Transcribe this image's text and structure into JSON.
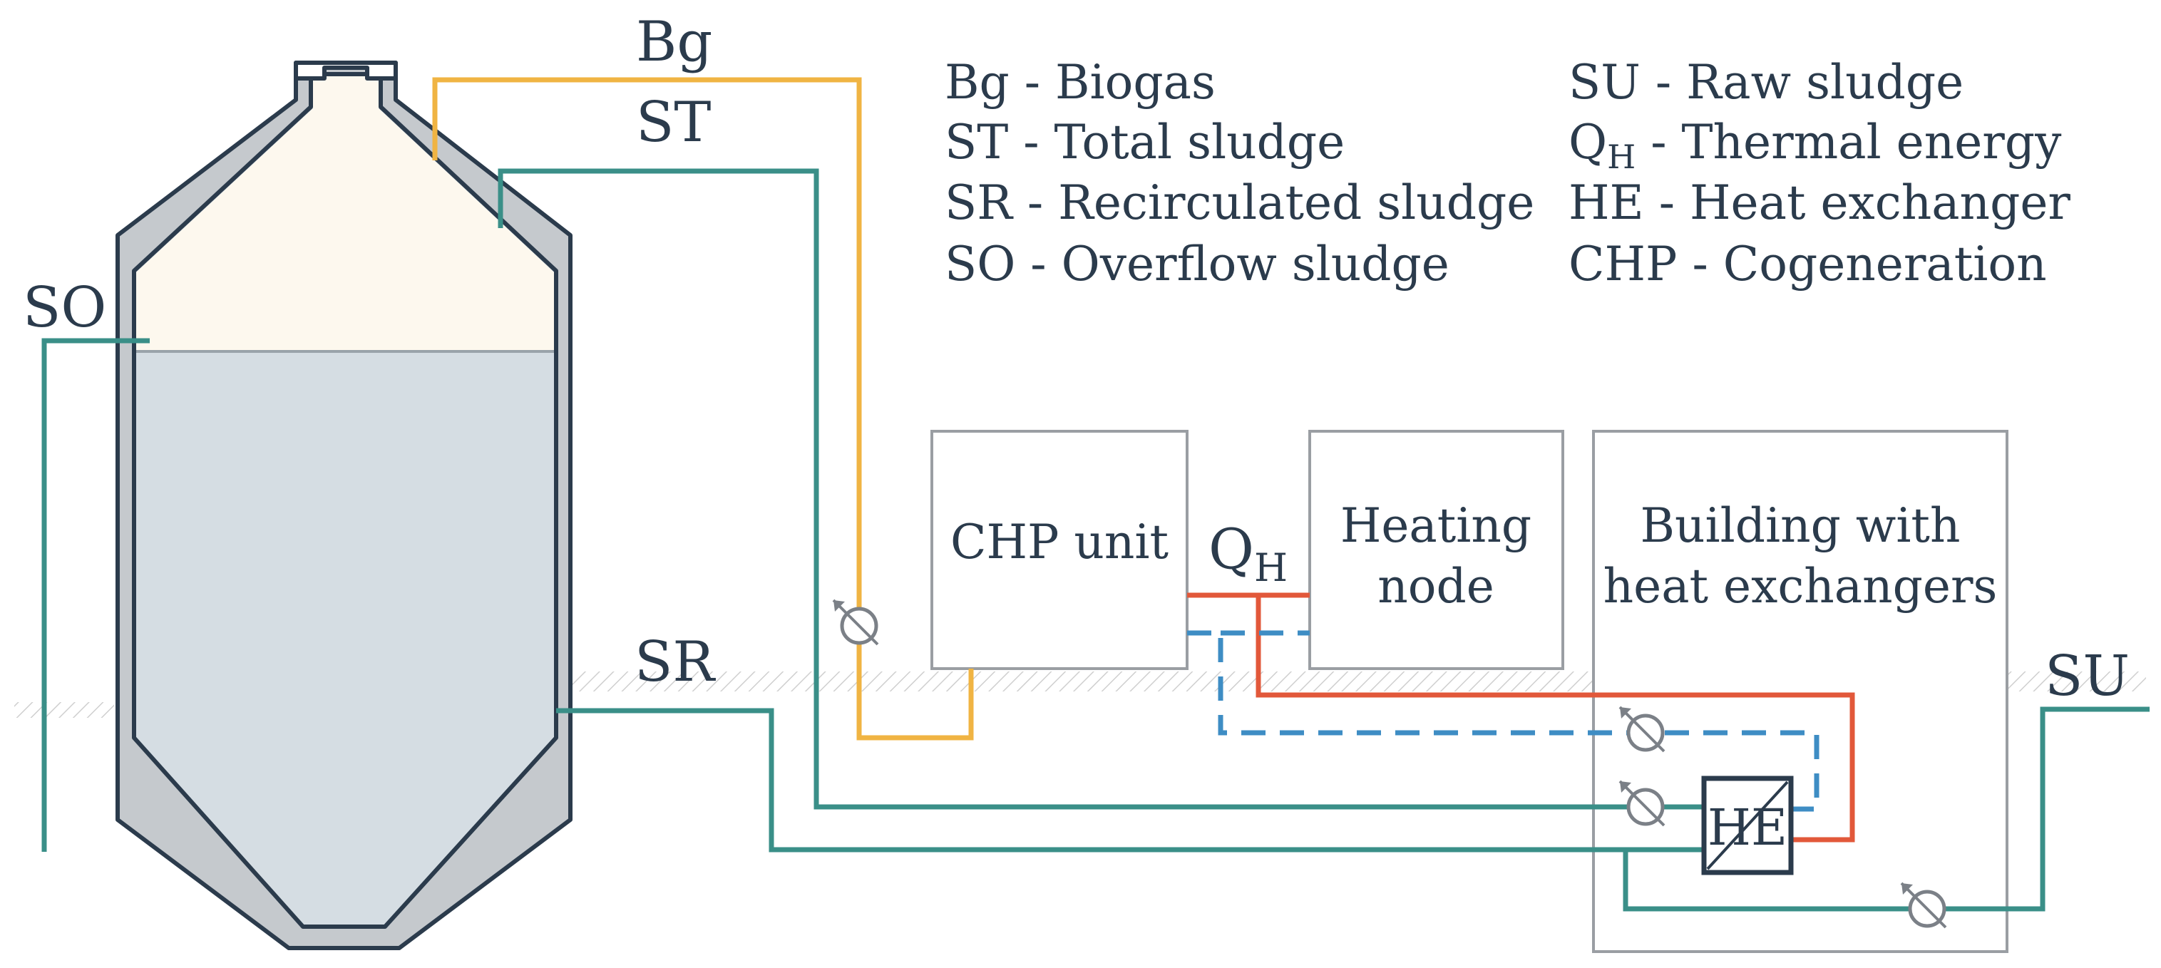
{
  "diagram": {
    "labels": {
      "bg": "Bg",
      "st": "ST",
      "so": "SO",
      "sr": "SR",
      "su": "SU",
      "qh_main": "Q",
      "qh_sub": "H"
    },
    "boxes": {
      "chp_unit": "CHP unit",
      "heating_node_line1": "Heating",
      "heating_node_line2": "node",
      "building_line1": "Building with",
      "building_line2": "heat exchangers",
      "he": "HE"
    },
    "legend": {
      "bg": "Bg - Biogas",
      "st": "ST - Total sludge",
      "sr": "SR - Recirculated sludge",
      "so": "SO - Overflow sludge",
      "su": "SU - Raw sludge",
      "qh_main": "Q",
      "qh_sub": "H",
      "qh_rest": " - Thermal energy",
      "he": "HE - Heat exchanger",
      "chp": "CHP - Cogeneration"
    },
    "colors": {
      "biogas_line": "#f0b443",
      "sludge_line": "#3a8f88",
      "hot_water_line": "#e2583a",
      "return_water_line": "#3e8dc4",
      "outline": "#2b3b4c",
      "tank_wall": "#c5c9cd",
      "gas_space": "#fdf8ee",
      "liquid": "#d5dde3",
      "box_border": "#9a9ea3",
      "ground_hatch": "#c9c9c9"
    },
    "icons": {
      "pump": "pump-icon",
      "ground": "ground-hatch-icon"
    }
  }
}
